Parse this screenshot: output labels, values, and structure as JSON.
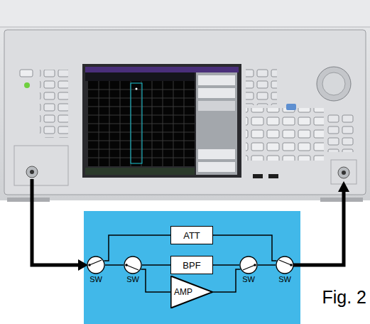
{
  "diagram": {
    "caption": "Fig. 2",
    "nodes": [
      {
        "text": [
          "SW"
        ]
      },
      {
        "text": [
          "SW"
        ]
      },
      {
        "text": [
          "ATT"
        ]
      },
      {
        "text": [
          "BPF"
        ]
      },
      {
        "text": [
          "AMP"
        ]
      },
      {
        "text": [
          "SW"
        ]
      },
      {
        "text": [
          "SW"
        ]
      }
    ],
    "edges": [
      {
        "from": 0,
        "to": 2,
        "arrow": "none"
      },
      {
        "from": 0,
        "to": 1,
        "arrow": "none"
      },
      {
        "from": 1,
        "to": 3,
        "arrow": "none"
      },
      {
        "from": 1,
        "to": 4,
        "arrow": "none"
      },
      {
        "from": 3,
        "to": 5,
        "arrow": "none"
      },
      {
        "from": 4,
        "to": 5,
        "arrow": "none"
      },
      {
        "from": 2,
        "to": 6,
        "arrow": "none"
      },
      {
        "from": 5,
        "to": 6,
        "arrow": "none"
      }
    ]
  }
}
